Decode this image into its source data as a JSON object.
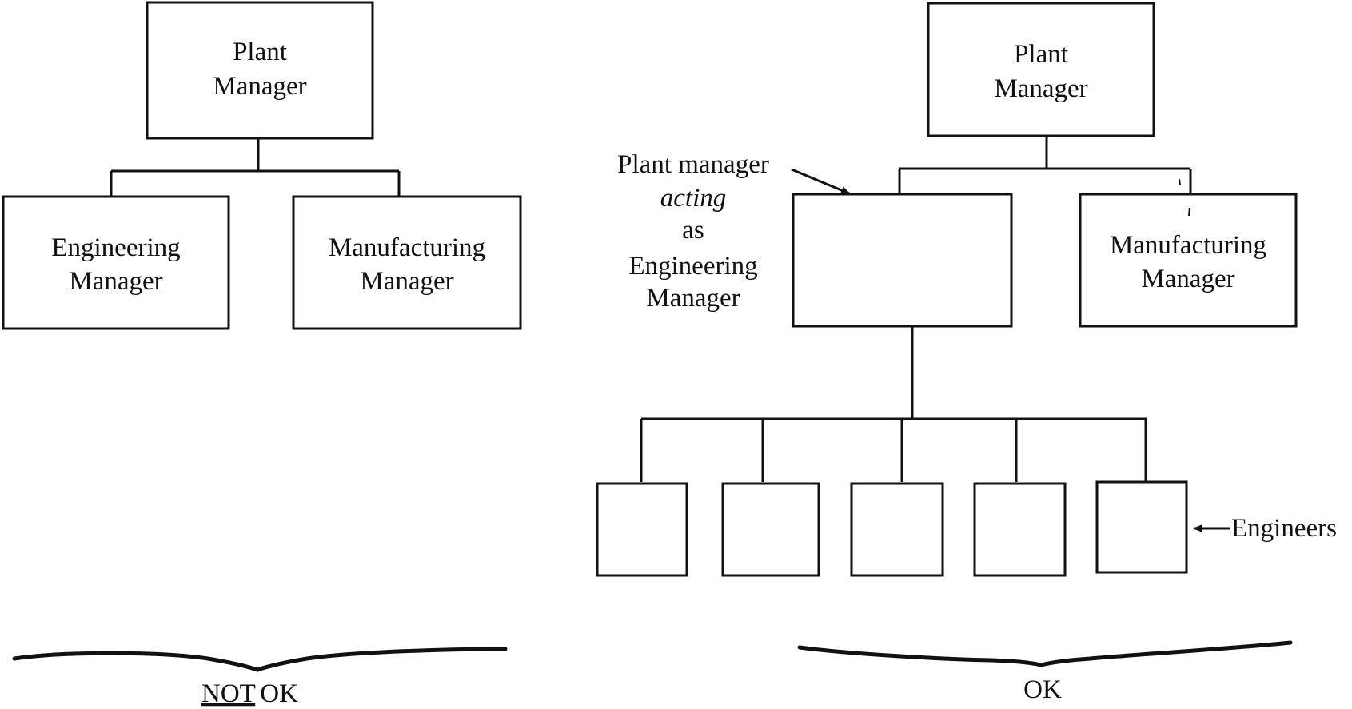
{
  "left_chart": {
    "top": {
      "line1": "Plant",
      "line2": "Manager"
    },
    "left_child": {
      "line1": "Engineering",
      "line2": "Manager"
    },
    "right_child": {
      "line1": "Manufacturing",
      "line2": "Manager"
    },
    "caption_part1": "NOT",
    "caption_part2": "OK"
  },
  "right_chart": {
    "top": {
      "line1": "Plant",
      "line2": "Manager"
    },
    "right_child": {
      "line1": "Manufacturing",
      "line2": "Manager"
    },
    "acting_note": {
      "line1": "Plant manager",
      "line2": "acting",
      "line3": "as",
      "line4": "Engineering",
      "line5": "Manager"
    },
    "engineers_label": "Engineers",
    "caption": "OK"
  }
}
